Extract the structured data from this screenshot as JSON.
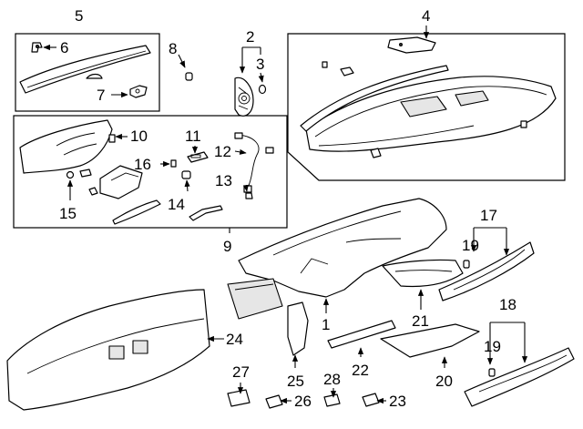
{
  "callouts": {
    "n1": "1",
    "n2": "2",
    "n3": "3",
    "n4": "4",
    "n5": "5",
    "n6": "6",
    "n7": "7",
    "n8": "8",
    "n9": "9",
    "n10": "10",
    "n11": "11",
    "n12": "12",
    "n13": "13",
    "n14": "14",
    "n15": "15",
    "n16": "16",
    "n17": "17",
    "n18": "18",
    "n19a": "19",
    "n19b": "19",
    "n20": "20",
    "n21": "21",
    "n22": "22",
    "n23": "23",
    "n24": "24",
    "n25": "25",
    "n26": "26",
    "n27": "27",
    "n28": "28"
  }
}
